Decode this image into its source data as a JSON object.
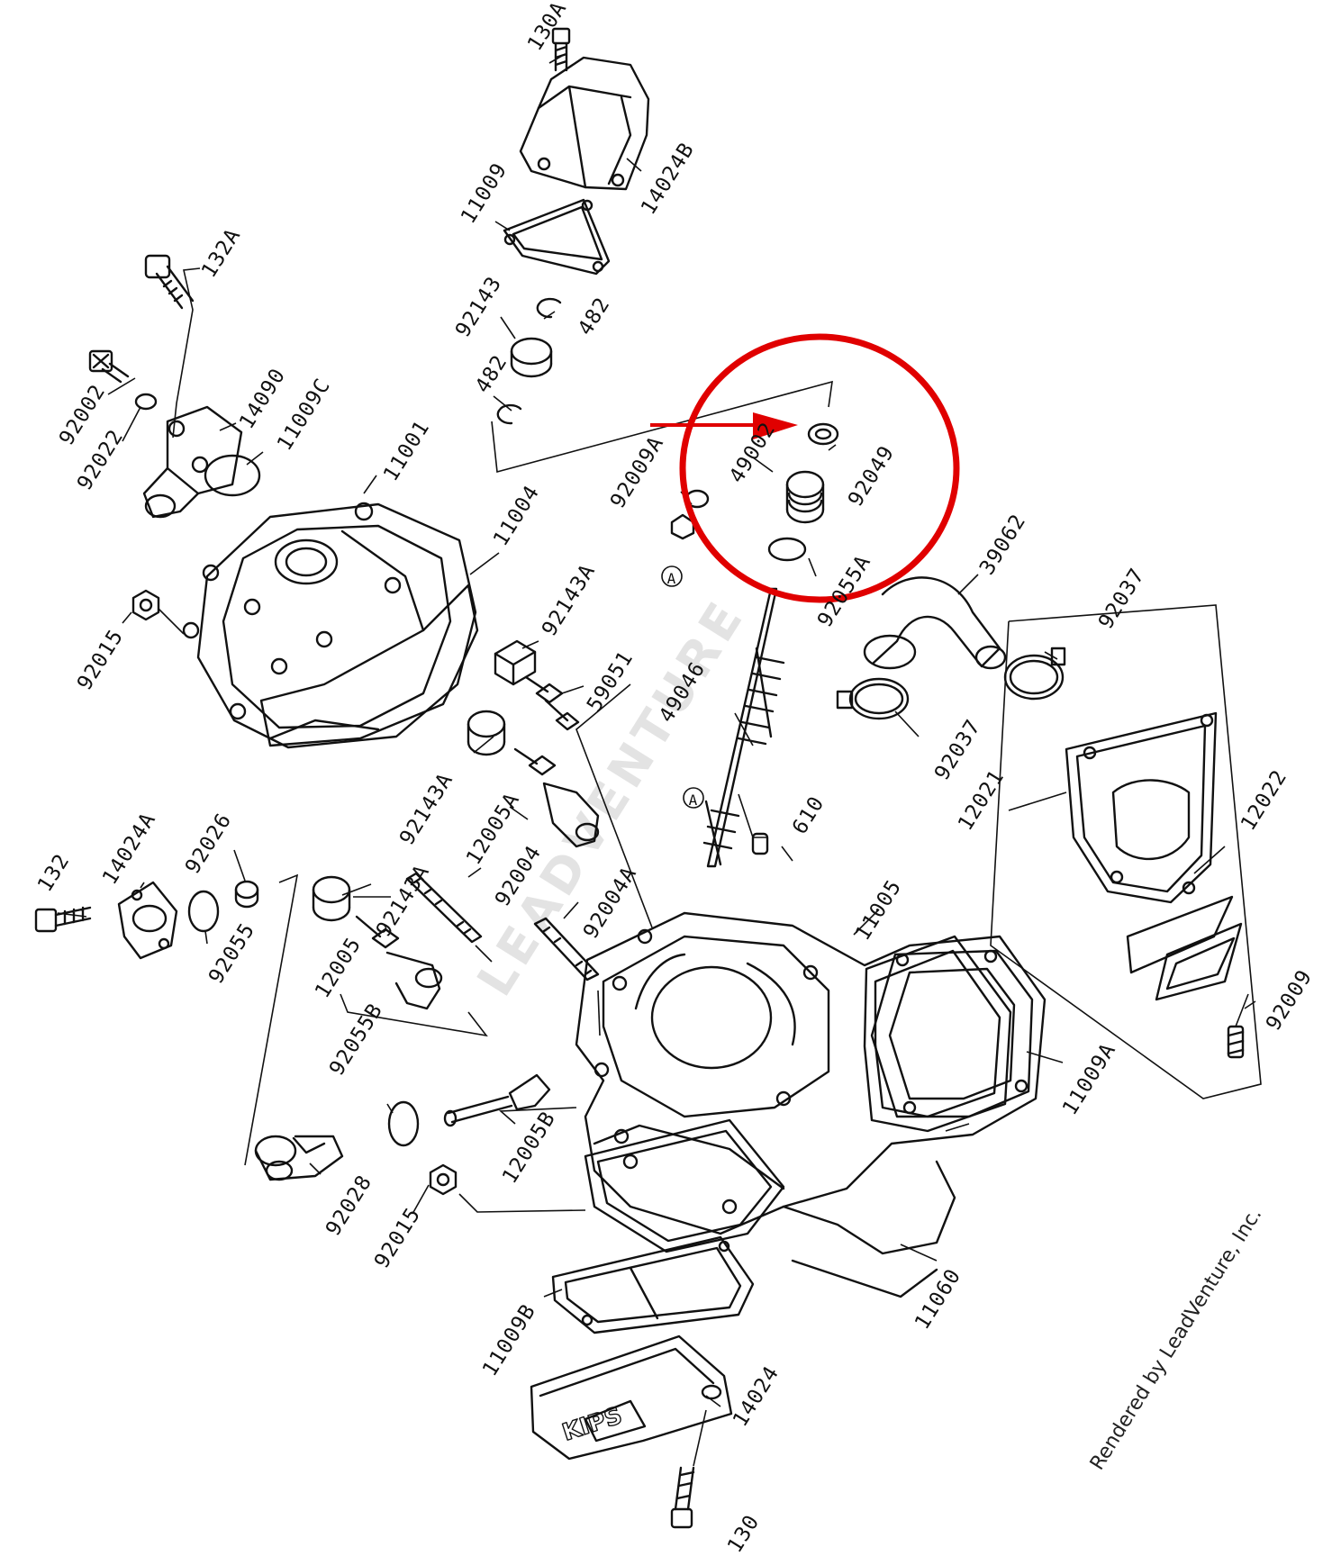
{
  "credit": "Rendered by LeadVenture, Inc.",
  "watermark": "LEADVENTURE",
  "highlight": {
    "color": "#e00000"
  },
  "callouts": [
    "A",
    "A"
  ],
  "labels": [
    "130A",
    "14024B",
    "11009",
    "132A",
    "92143",
    "482",
    "482",
    "92002",
    "92022",
    "14090",
    "11009C",
    "11001",
    "11004",
    "92015",
    "92009A",
    "49002",
    "92049",
    "92055A",
    "39062",
    "92037",
    "92143A",
    "59051",
    "49046",
    "92037",
    "92143A",
    "92143A",
    "12005A",
    "610",
    "12021",
    "12022",
    "132",
    "14024A",
    "92026",
    "92055",
    "92004",
    "92004A",
    "11005",
    "12005",
    "92009",
    "11009A",
    "92055B",
    "12005B",
    "92028",
    "92015",
    "11060",
    "11009B",
    "14024",
    "130"
  ]
}
